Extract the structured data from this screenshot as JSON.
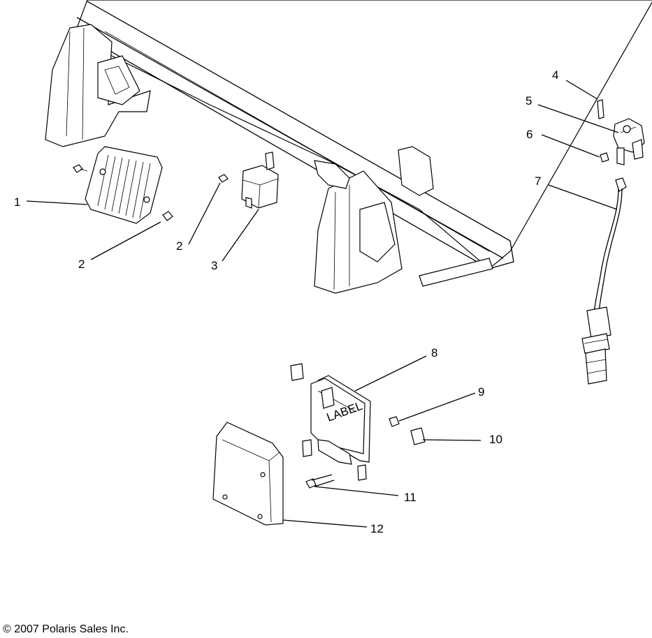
{
  "callouts": [
    {
      "id": "1",
      "label": "1"
    },
    {
      "id": "2a",
      "label": "2"
    },
    {
      "id": "2b",
      "label": "2"
    },
    {
      "id": "3",
      "label": "3"
    },
    {
      "id": "4",
      "label": "4"
    },
    {
      "id": "5",
      "label": "5"
    },
    {
      "id": "6",
      "label": "6"
    },
    {
      "id": "7",
      "label": "7"
    },
    {
      "id": "8",
      "label": "8"
    },
    {
      "id": "9",
      "label": "9"
    },
    {
      "id": "10",
      "label": "10"
    },
    {
      "id": "11",
      "label": "11"
    },
    {
      "id": "12",
      "label": "12"
    }
  ],
  "ecu_label_text": "LABEL",
  "copyright": "© 2007 Polaris Sales Inc."
}
